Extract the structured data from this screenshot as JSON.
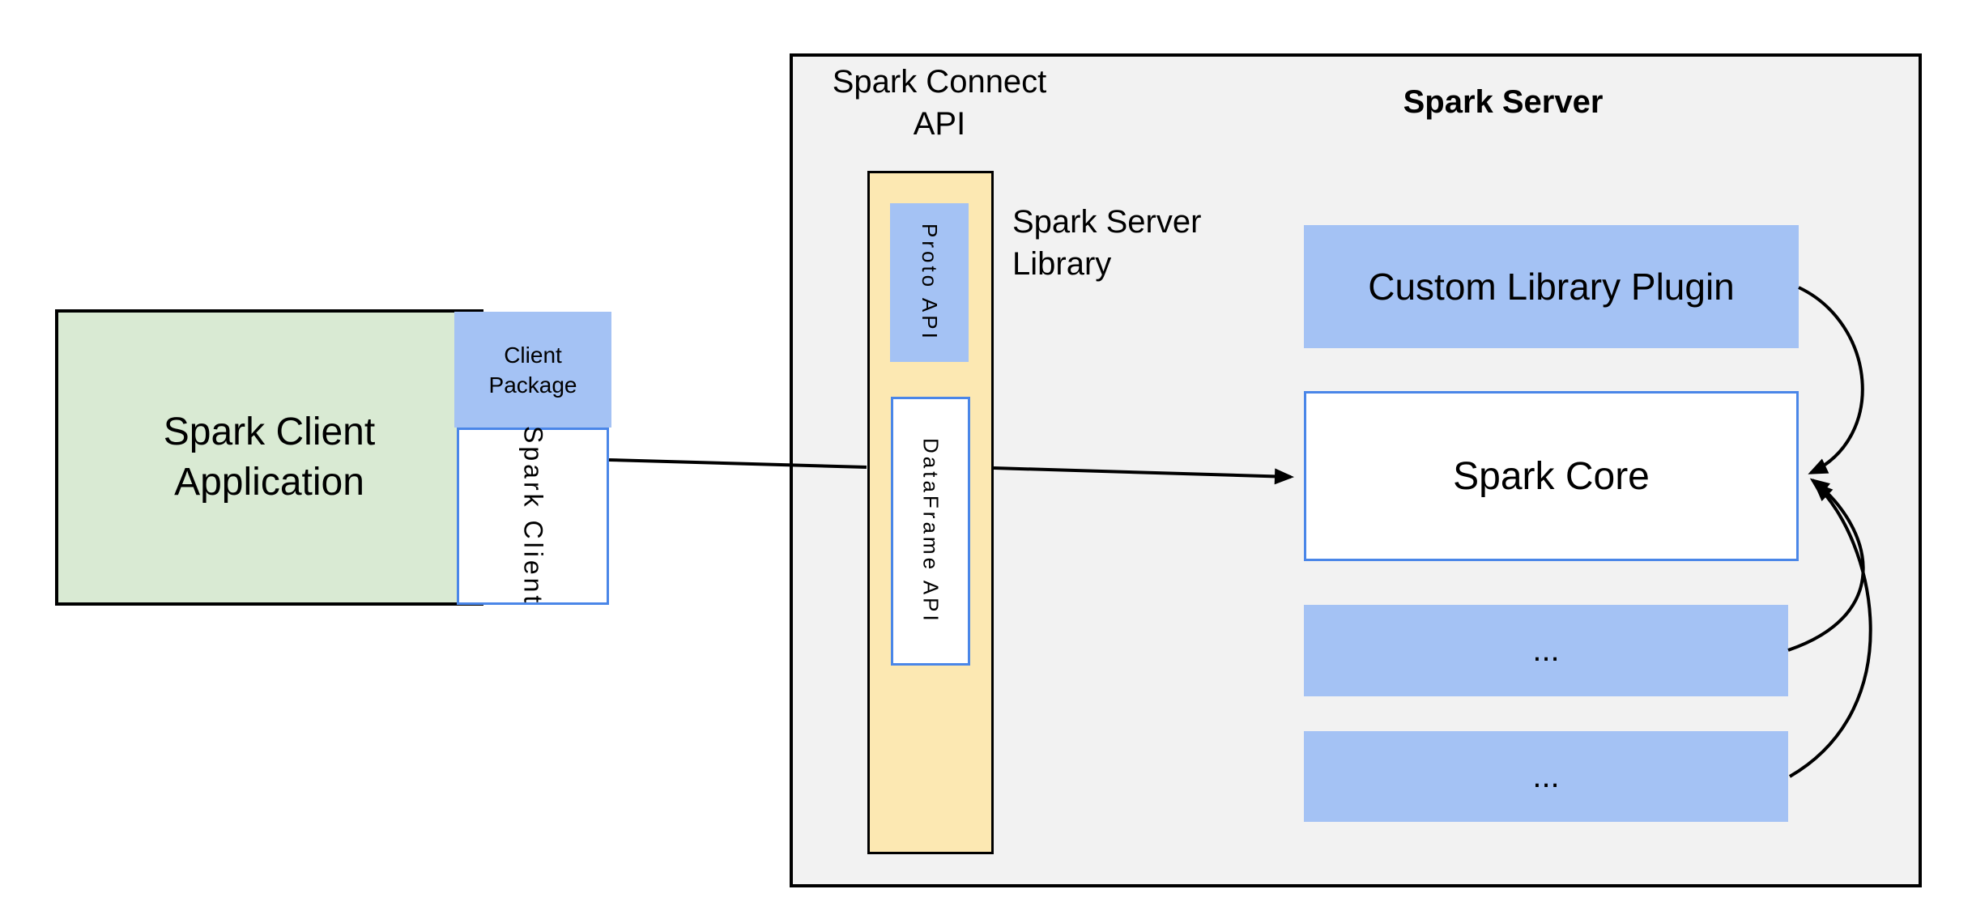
{
  "title": "Spark Connect architecture diagram",
  "colors": {
    "background": "#ffffff",
    "panel_grey": "#f2f2f2",
    "green_fill": "#d9ead3",
    "blue_fill": "#a4c2f4",
    "yellow_fill": "#fce8b2",
    "blue_border": "#4a86e8",
    "black": "#000000"
  },
  "client": {
    "application": {
      "line1": "Spark Client",
      "line2": "Application"
    },
    "package": {
      "line1": "Client",
      "line2": "Package"
    },
    "spark_client": "Spark Client"
  },
  "connect": {
    "api_label": {
      "line1": "Spark Connect",
      "line2": "API"
    },
    "proto_api": "Proto API",
    "dataframe_api": "DataFrame API",
    "server_library": {
      "line1": "Spark Server",
      "line2": "Library"
    }
  },
  "server": {
    "title": "Spark Server",
    "custom_plugin": "Custom Library Plugin",
    "spark_core": "Spark Core",
    "ellipsis1": "...",
    "ellipsis2": "..."
  }
}
